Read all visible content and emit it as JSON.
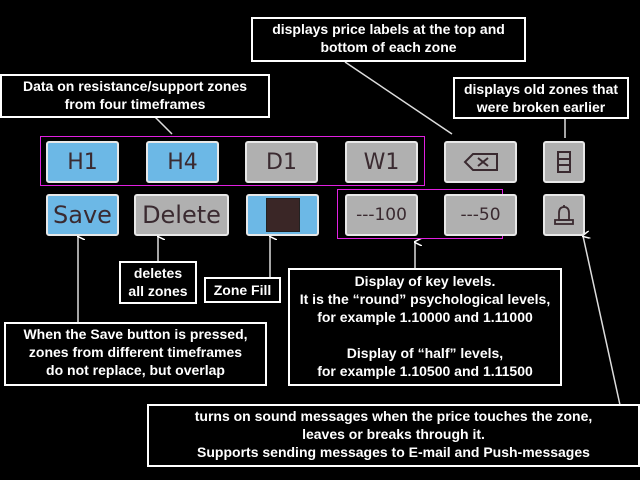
{
  "callouts": {
    "price_labels": [
      "displays price labels at the top and",
      "bottom of each zone"
    ],
    "timeframes": [
      "Data on resistance/support zones",
      "from four timeframes"
    ],
    "old_zones": [
      "displays old zones that",
      "were broken earlier"
    ],
    "delete": [
      "deletes",
      "all zones"
    ],
    "zone_fill": "Zone Fill",
    "save": [
      "When the Save button is pressed,",
      "zones from different timeframes",
      "do not replace, but overlap"
    ],
    "levels": [
      "Display of key levels.",
      "It is the “round” psychological levels,",
      "for example 1.10000 and 1.11000",
      "",
      "Display of “half” levels,",
      "for example 1.10500 and 1.11500"
    ],
    "sound": [
      "turns on sound messages when the price touches the zone,",
      "leaves or breaks through it.",
      "Supports sending messages to E-mail and Push-messages"
    ]
  },
  "buttons": {
    "h1": {
      "label": "H1",
      "active": true
    },
    "h4": {
      "label": "H4",
      "active": true
    },
    "d1": {
      "label": "D1",
      "active": false
    },
    "w1": {
      "label": "W1",
      "active": false
    },
    "save": {
      "label": "Save",
      "active": true
    },
    "delete": {
      "label": "Delete",
      "active": false
    },
    "zone_fill": {
      "active": true,
      "swatch_color": "#3a2626"
    },
    "level_100": {
      "label": "---100",
      "active": false
    },
    "level_50": {
      "label": "---50",
      "active": false
    },
    "price_labels": {
      "icon": "backspace-label-icon",
      "active": false
    },
    "old_zones": {
      "icon": "zones-list-icon",
      "active": false
    },
    "alerts": {
      "icon": "bell-icon",
      "active": false
    }
  },
  "colors": {
    "active": "#6cb8e6",
    "inactive": "#b0b0b0",
    "group_border": "#e020e0"
  }
}
